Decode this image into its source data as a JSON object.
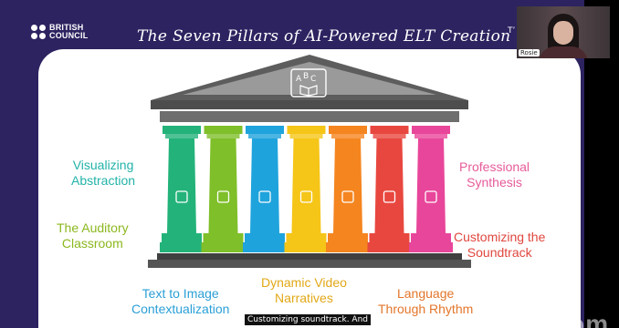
{
  "slide": {
    "logo": {
      "line1": "BRITISH",
      "line2": "COUNCIL"
    },
    "title": "The Seven Pillars of AI-Powered ELT Creation",
    "title_cut": "T’",
    "pillar_colors": [
      "#23b37a",
      "#7fbf2a",
      "#1fa3dc",
      "#f5c518",
      "#f5851f",
      "#e8473f",
      "#e8469a"
    ],
    "pillar_icons": [
      "presentation-icon",
      "headphones-icon",
      "image-icon",
      "chat-bubble-icon",
      "dance-icon",
      "person-at-laptop-icon",
      "document-icon"
    ],
    "labels": {
      "visualizing": "Visualizing\nAbstraction",
      "auditory": "The Auditory\nClassroom",
      "text_to_image": "Text to Image\nContextualization",
      "video": "Dynamic Video\nNarratives",
      "language": "Language\nThrough Rhythm",
      "professional": "Professional\nSynthesis",
      "soundtrack": "Customizing the\nSoundtrack"
    },
    "colors": {
      "teal": "#22b3a8",
      "green": "#8cb81f",
      "blue": "#2b9fd6",
      "gold": "#e2a817",
      "orange": "#e3762a",
      "red": "#e0473e",
      "pink": "#e65b9a"
    }
  },
  "webcam": {
    "name": "Rosie"
  },
  "caption": "Customizing soundtrack. And",
  "watermark": "zoom"
}
